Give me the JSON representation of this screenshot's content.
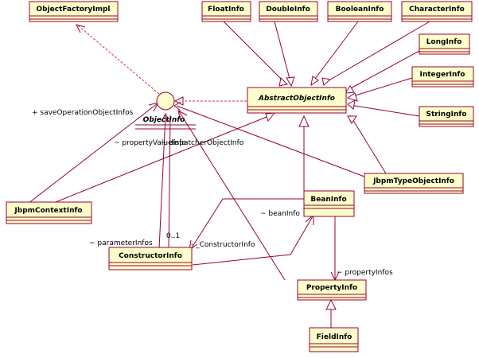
{
  "classes": {
    "object_factory_impl": "ObjectFactoryImpl",
    "float_info": "FloatInfo",
    "double_info": "DoubleInfo",
    "boolean_info": "BooleanInfo",
    "character_info": "CharacterInfo",
    "long_info": "LongInfo",
    "integer_info": "IntegerInfo",
    "string_info": "StringInfo",
    "abstract_object_info": "AbstractObjectInfo",
    "object_info": "ObjectInfo",
    "jbpm_type_object_info": "JbpmTypeObjectInfo",
    "jbpm_context_info": "JbpmContextInfo",
    "bean_info": "BeanInfo",
    "constructor_info": "ConstructorInfo",
    "property_info": "PropertyInfo",
    "field_info": "FieldInfo"
  },
  "roles": {
    "save_operation_object_infos": "+ saveOperationObjectInfos",
    "property_value_info": "~ propertyValueInfo",
    "dispatcher_object_info": "~ dispatcherObjectInfo",
    "bean_info": "~ beanInfo",
    "parameter_infos": "~ parameterInfos",
    "multiplicity": "0..1",
    "constructor_info": "- _ConstructorInfo",
    "property_infos": "~ propertyInfos"
  },
  "colors": {
    "box_fill": "#ffffcc",
    "line": "#990033",
    "dashed_line": "#cc3333"
  }
}
